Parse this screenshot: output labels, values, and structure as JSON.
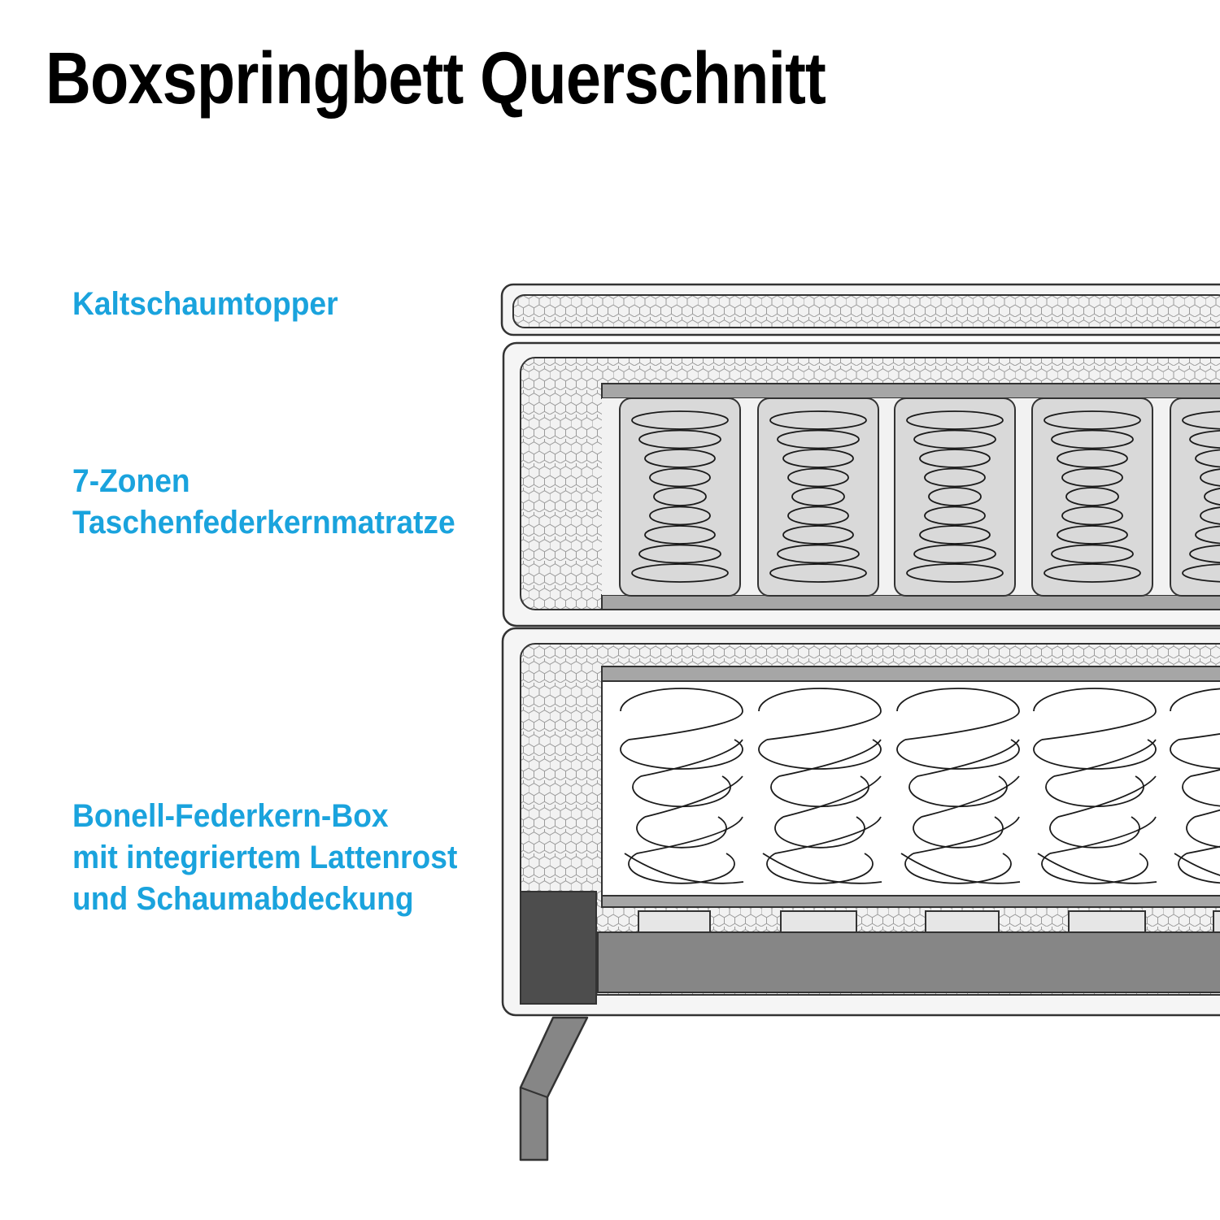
{
  "title": "Boxspringbett Querschnitt",
  "labels": {
    "topper": [
      "Kaltschaumtopper"
    ],
    "mattress": [
      "7-Zonen",
      "Taschenfederkernmatratze"
    ],
    "box": [
      "Bonell-Federkern-Box",
      "mit integriertem Lattenrost",
      "und Schaumabdeckung"
    ]
  },
  "colors": {
    "label": "#1aa3dd",
    "outline": "#333333",
    "foam_fill": "#f2f2f2",
    "pocket_fill": "#d9d9d9",
    "board": "#a6a6a6",
    "frame_dark": "#4d4d4d",
    "frame_gray": "#868686",
    "slat_fill": "#e6e6e6"
  }
}
